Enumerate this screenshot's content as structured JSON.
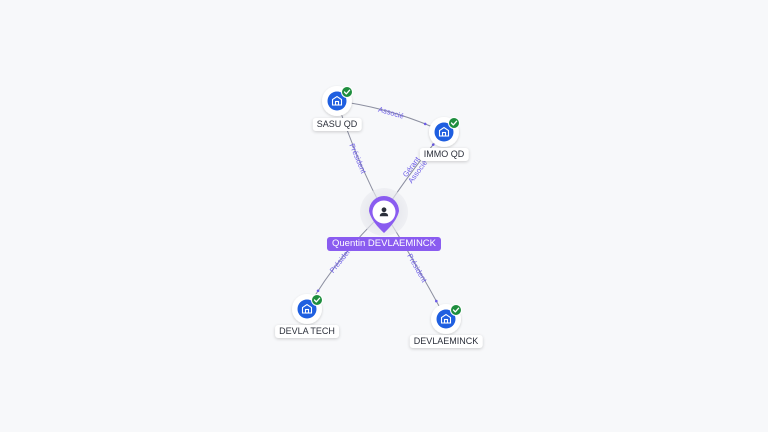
{
  "colors": {
    "background": "#f7f8fa",
    "edge": "#8c8fa0",
    "edge_label": "#6c5ce7",
    "company_icon": "#1f5fe0",
    "check_badge": "#1e8e3e",
    "person_accent": "#8a5cf0"
  },
  "person": {
    "name": "Quentin DEVLAEMINCK",
    "icon": "user-icon"
  },
  "companies": [
    {
      "id": "sasu",
      "name": "SASU QD",
      "icon": "building-icon",
      "verified": true
    },
    {
      "id": "immo",
      "name": "IMMO QD",
      "icon": "building-icon",
      "verified": true
    },
    {
      "id": "devlatech",
      "name": "DEVLA TECH",
      "icon": "building-icon",
      "verified": true
    },
    {
      "id": "devlaeminck",
      "name": "DEVLAEMINCK",
      "icon": "building-icon",
      "verified": true
    }
  ],
  "edges": [
    {
      "from": "person",
      "to": "sasu",
      "labels": [
        "Président"
      ]
    },
    {
      "from": "person",
      "to": "immo",
      "labels": [
        "Gérant",
        "Associé"
      ]
    },
    {
      "from": "person",
      "to": "devlatech",
      "labels": [
        "Président"
      ]
    },
    {
      "from": "person",
      "to": "devlaeminck",
      "labels": [
        "Président"
      ]
    },
    {
      "from": "sasu",
      "to": "immo",
      "labels": [
        "Associé"
      ]
    }
  ]
}
